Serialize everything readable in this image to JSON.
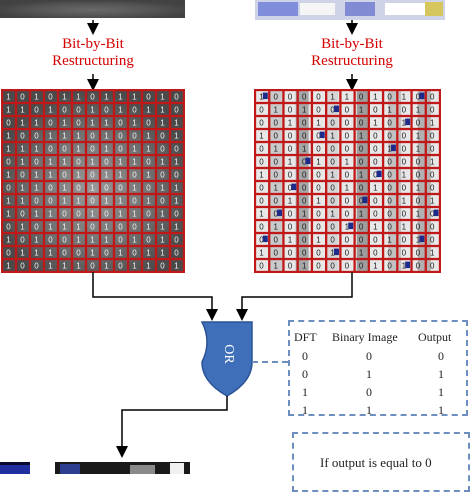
{
  "restructuring_left": [
    "Bit-by-Bit",
    "Restructuring"
  ],
  "restructuring_right": [
    "Bit-by-Bit",
    "Restructuring"
  ],
  "gate_label": "OR",
  "truth_table": {
    "headers": [
      "DFT",
      "Binary Image",
      "Output"
    ],
    "rows": [
      [
        "0",
        "0",
        "0"
      ],
      [
        "0",
        "1",
        "1"
      ],
      [
        "1",
        "0",
        "1"
      ],
      [
        "1",
        "1",
        "1"
      ]
    ]
  },
  "condition_text": "If output is equal to 0",
  "left_grid_rows": [
    "1010110111010",
    "1101001010110",
    "0110101101011",
    "1001110100101",
    "1110010101100",
    "0101101011011",
    "1011010110100",
    "0110101001011",
    "1100110110101",
    "1011001011010",
    "0101110100111",
    "1010011101010",
    "0111001010110",
    "1001110101101"
  ],
  "right_grid_rows": [
    "1000011010100",
    "0101000101010",
    "0010100010101",
    "1000010100010",
    "0101000001010",
    "0010101000001",
    "1000010100100",
    "0100001010010",
    "0010100000101",
    "1001010100010",
    "0100001010100",
    "0010100001010",
    "1000010100001",
    "0101000010100"
  ],
  "colors": {
    "label_red": "#d40000",
    "grid_red": "#c01818",
    "gate_blue": "#3f6fb8",
    "dash_blue": "#6d8fbf"
  }
}
